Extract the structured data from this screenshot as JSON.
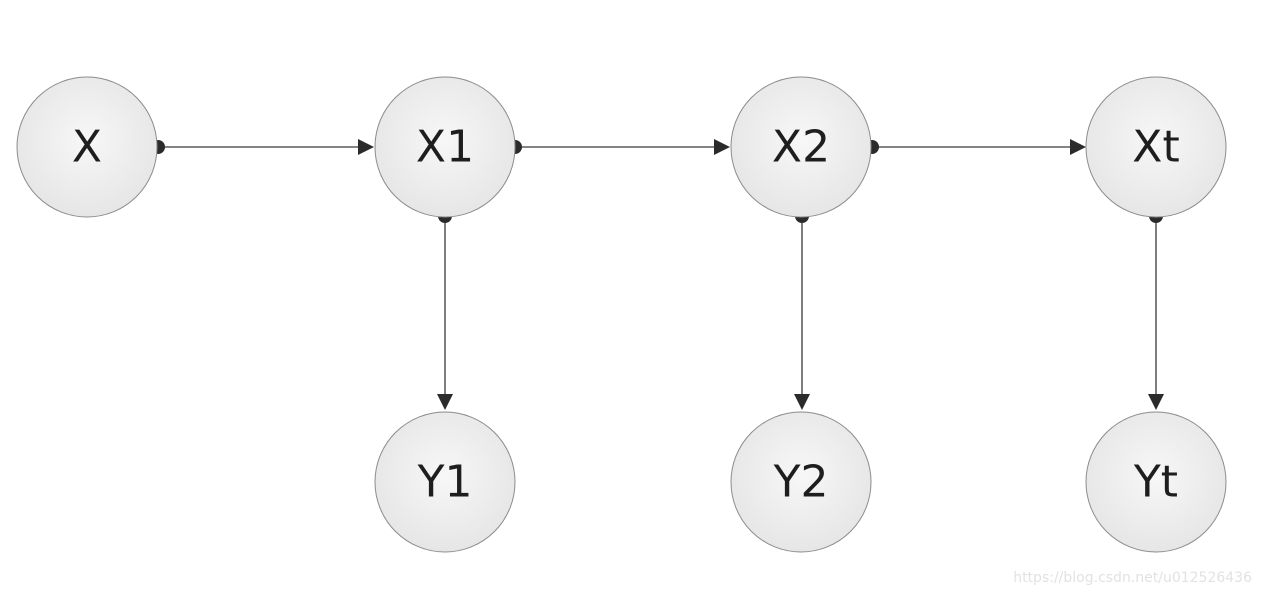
{
  "diagram": {
    "nodes": [
      {
        "id": "X",
        "label": "X"
      },
      {
        "id": "X1",
        "label": "X1"
      },
      {
        "id": "X2",
        "label": "X2"
      },
      {
        "id": "Xt",
        "label": "Xt"
      },
      {
        "id": "Y1",
        "label": "Y1"
      },
      {
        "id": "Y2",
        "label": "Y2"
      },
      {
        "id": "Yt",
        "label": "Yt"
      }
    ],
    "edges": [
      {
        "from": "X",
        "to": "X1"
      },
      {
        "from": "X1",
        "to": "X2"
      },
      {
        "from": "X2",
        "to": "Xt"
      },
      {
        "from": "X1",
        "to": "Y1"
      },
      {
        "from": "X2",
        "to": "Y2"
      },
      {
        "from": "Xt",
        "to": "Yt"
      }
    ]
  },
  "watermark": "https://blog.csdn.net/u012526436"
}
